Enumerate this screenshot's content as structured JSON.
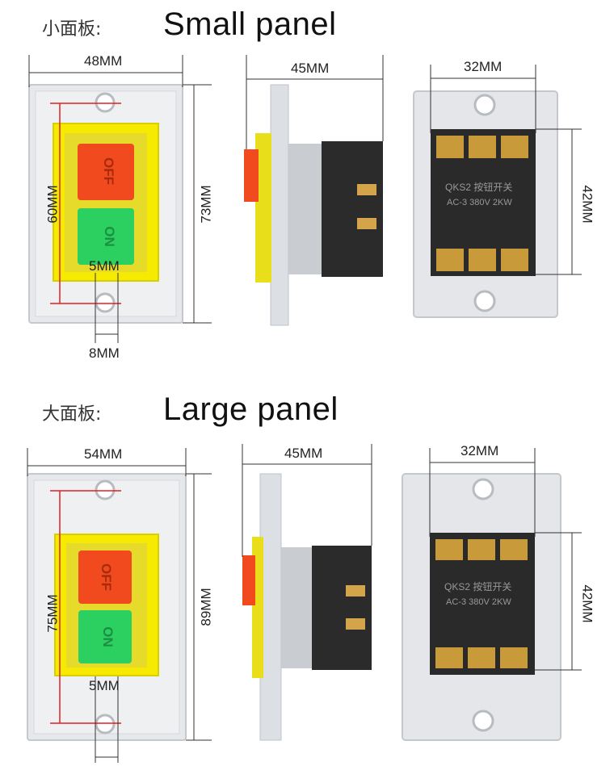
{
  "small": {
    "cn_label": "小面板:",
    "en_label": "Small panel",
    "width": "48MM",
    "depth": "45MM",
    "back_width": "32MM",
    "height": "73MM",
    "inner_height": "60MM",
    "back_height": "42MM",
    "button_gap": "5MM",
    "hole": "8MM",
    "off_label": "OFF",
    "on_label": "ON",
    "switch_text": "QKS2 按钮开关",
    "rating": "AC-3 380V 2KW"
  },
  "large": {
    "cn_label": "大面板:",
    "en_label": "Large panel",
    "width": "54MM",
    "depth": "45MM",
    "back_width": "32MM",
    "height": "89MM",
    "inner_height": "75MM",
    "back_height": "42MM",
    "button_gap": "5MM",
    "off_label": "OFF",
    "on_label": "ON",
    "switch_text": "QKS2 按钮开关",
    "rating": "AC-3 380V 2KW"
  },
  "colors": {
    "panel": "#e9ebee",
    "panel_edge": "#c9ccd1",
    "frame": "#f2e600",
    "off": "#f04a1e",
    "on": "#2bd060",
    "module": "#2b2b2b",
    "dim_line": "#333333",
    "red_line": "#e02020"
  }
}
